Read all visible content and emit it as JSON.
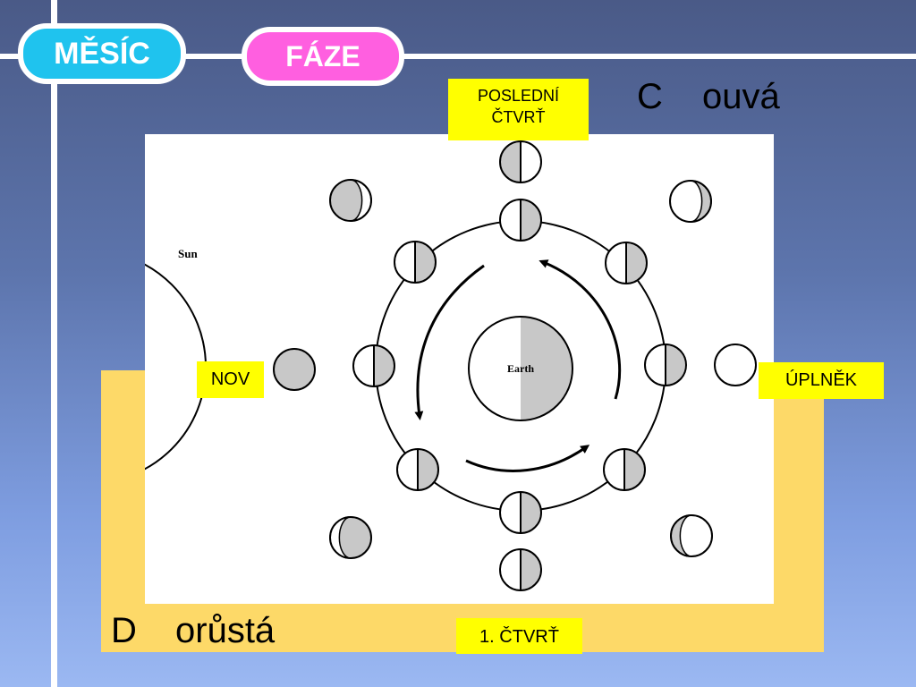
{
  "header": {
    "title_pill": "MĚSÍC",
    "subtitle_pill": "FÁZE"
  },
  "labels": {
    "last_quarter_line1": "POSLEDNÍ",
    "last_quarter_line2": "ČTVRŤ",
    "new_moon": "NOV",
    "full_moon": "ÚPLNĚK",
    "first_quarter": "1. ČTVRŤ"
  },
  "captions": {
    "waning_letter": "C",
    "waning_word": "ouvá",
    "waxing_letter": "D",
    "waxing_word": "orůstá"
  },
  "diagram": {
    "sun_label": "Sun",
    "earth_label": "Earth"
  },
  "colors": {
    "title_pill_fill": "#1fc3ee",
    "subtitle_pill_fill": "#ff5fe0",
    "label_fill": "#ffff00",
    "panel_yellow": "#fdd968",
    "moon_shadow": "#c8c8c8"
  }
}
